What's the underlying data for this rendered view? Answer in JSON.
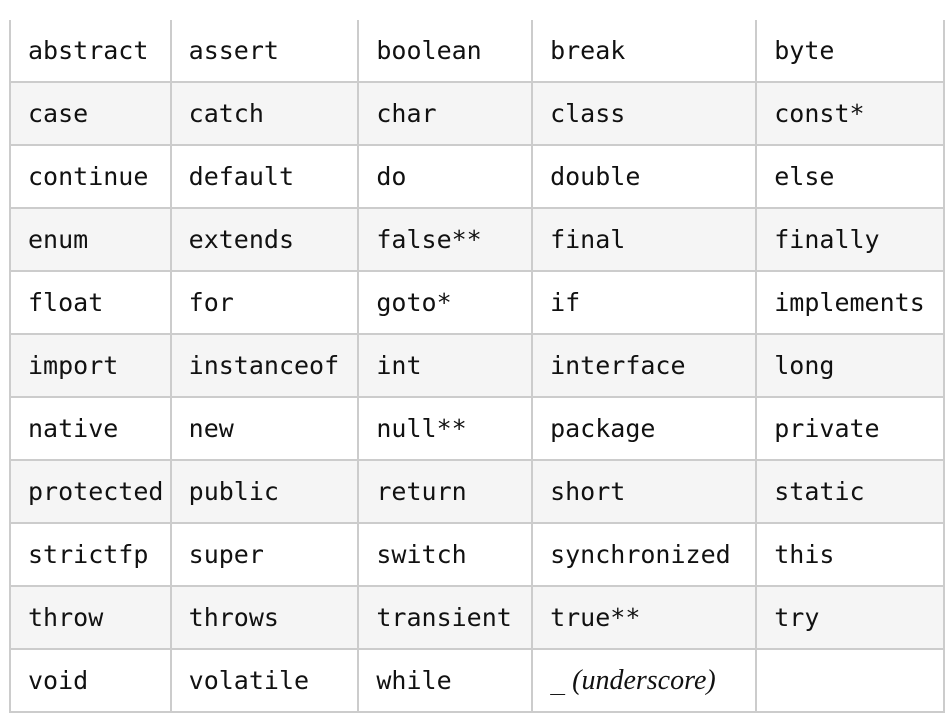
{
  "page": {
    "background_color": "#ffffff",
    "text_color": "#111111",
    "border_color": "#cccccc",
    "alt_row_background": "#f5f5f5"
  },
  "table": {
    "description": "Java reserved keywords table",
    "columns": 5,
    "rows": [
      [
        "abstract",
        "assert",
        "boolean",
        "break",
        "byte"
      ],
      [
        "case",
        "catch",
        "char",
        "class",
        "const*"
      ],
      [
        "continue",
        "default",
        "do",
        "double",
        "else"
      ],
      [
        "enum",
        "extends",
        "false**",
        "final",
        "finally"
      ],
      [
        "float",
        "for",
        "goto*",
        "if",
        "implements"
      ],
      [
        "import",
        "instanceof",
        "int",
        "interface",
        "long"
      ],
      [
        "native",
        "new",
        "null**",
        "package",
        "private"
      ],
      [
        "protected",
        "public",
        "return",
        "short",
        "static"
      ],
      [
        "strictfp",
        "super",
        "switch",
        "synchronized",
        "this"
      ],
      [
        "throw",
        "throws",
        "transient",
        "true**",
        "try"
      ],
      [
        "void",
        "volatile",
        "while",
        {
          "mono": "_",
          "note": " (underscore)"
        },
        ""
      ]
    ]
  }
}
